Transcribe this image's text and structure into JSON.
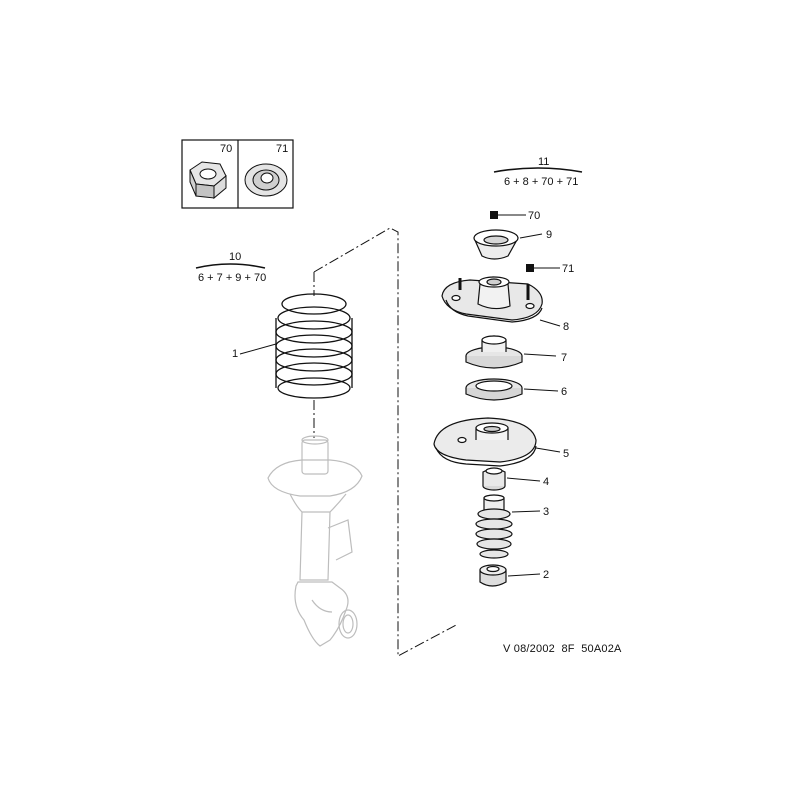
{
  "fastener_box": {
    "nut_ref": "70",
    "washer_ref": "71"
  },
  "kit_left": {
    "ref": "10",
    "formula": "6 + 7 + 9 + 70"
  },
  "kit_right": {
    "ref": "11",
    "formula": "6 + 8 + 70 + 71"
  },
  "callouts": {
    "spring": "1",
    "lower_bushing": "2",
    "bump_stop": "3",
    "upper_bushing": "4",
    "spring_seat": "5",
    "spring_pad": "6",
    "cup_washer": "7",
    "strut_mount": "8",
    "top_cup": "9",
    "nut": "70",
    "washer": "71"
  },
  "footer": {
    "code": "V 08/2002  8F  50A02A"
  },
  "colors": {
    "ink": "#111111",
    "ghost": "#b8b8b8",
    "shade": "#d8d8d8",
    "marker": "#111111"
  }
}
